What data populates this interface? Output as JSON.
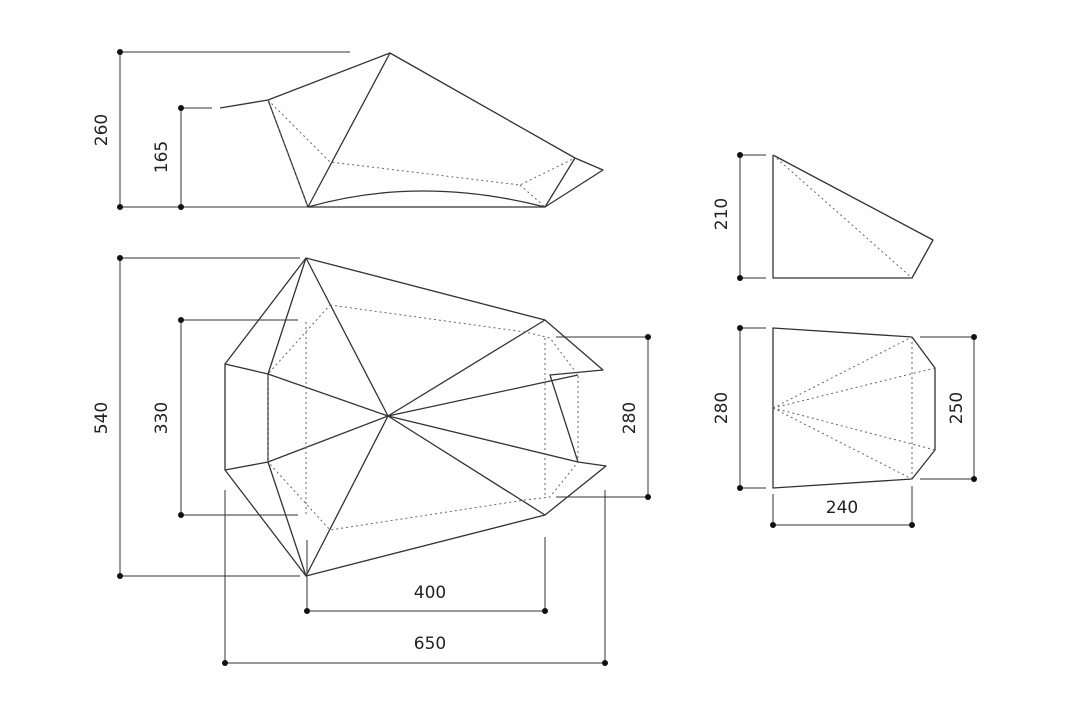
{
  "dimensions": {
    "side_total_height": "260",
    "side_door_height": "165",
    "top_total_width": "540",
    "top_inner_width": "330",
    "top_end_width": "280",
    "top_inner_length": "400",
    "top_total_length": "650",
    "end_height": "210",
    "end_wide_width": "280",
    "end_narrow_width": "250",
    "end_depth": "240"
  },
  "colors": {
    "line": "#333333",
    "hidden_line": "#666666",
    "background": "#ffffff"
  }
}
